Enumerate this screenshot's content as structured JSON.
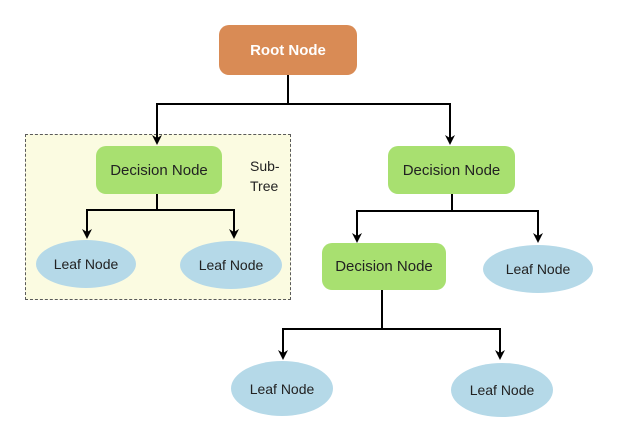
{
  "diagram": {
    "root": {
      "label": "Root Node"
    },
    "subtree": {
      "label_line1": "Sub-",
      "label_line2": "Tree"
    },
    "decision_left": {
      "label": "Decision Node"
    },
    "decision_right": {
      "label": "Decision Node"
    },
    "decision_lower": {
      "label": "Decision Node"
    },
    "leaf_left_1": {
      "label": "Leaf Node"
    },
    "leaf_left_2": {
      "label": "Leaf Node"
    },
    "leaf_right": {
      "label": "Leaf Node"
    },
    "leaf_bottom_1": {
      "label": "Leaf Node"
    },
    "leaf_bottom_2": {
      "label": "Leaf Node"
    },
    "colors": {
      "root": "#d98b55",
      "decision": "#a8e070",
      "leaf": "#b5d9e8",
      "subtree_background": "#fbfbe1"
    }
  }
}
